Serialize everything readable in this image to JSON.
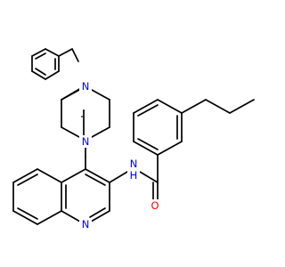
{
  "colors": {
    "bond": "#000000",
    "carbon": "#000000",
    "nitrogen": "#0000ff",
    "oxygen": "#ff0000",
    "background": "#ffffff"
  },
  "atoms": {
    "piperazine_n_top": "N",
    "piperazine_n_bottom": "N",
    "amide_nh": "N",
    "amide_h": "H",
    "carbonyl_o": "O",
    "quinoline_n": "N"
  }
}
